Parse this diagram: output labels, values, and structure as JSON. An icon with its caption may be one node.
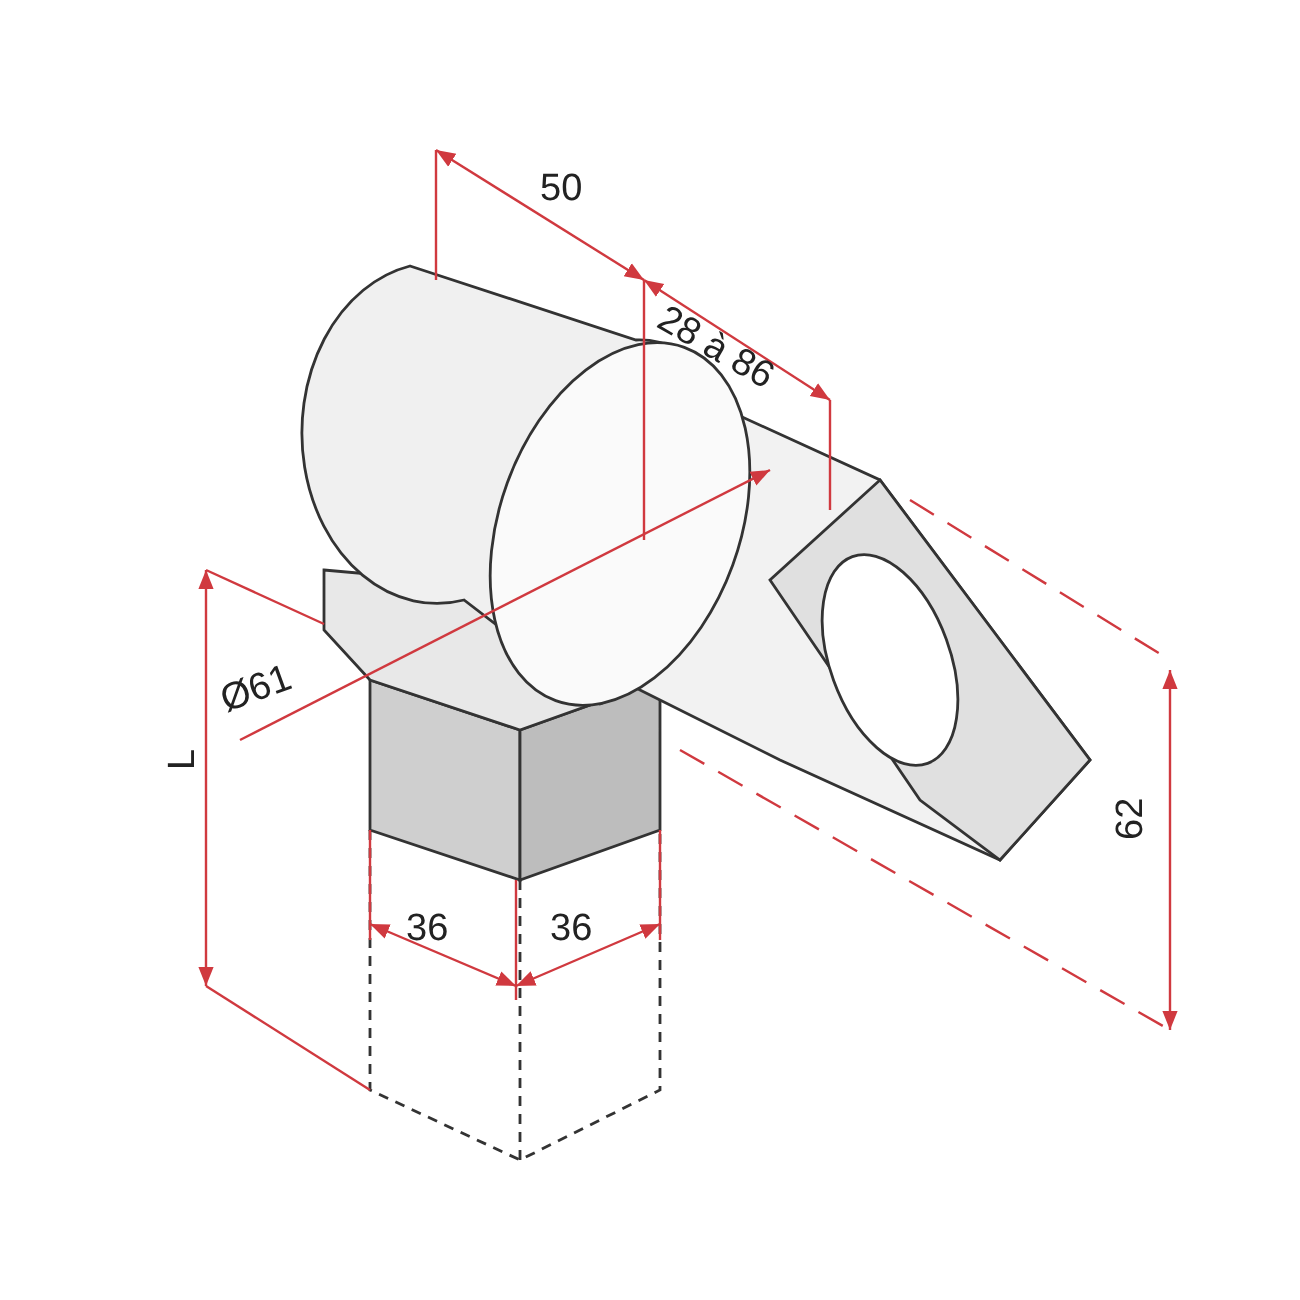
{
  "diagram": {
    "labels": [
      "50",
      "28 à 86",
      "Ø61",
      "L",
      "36",
      "36",
      "62"
    ]
  }
}
